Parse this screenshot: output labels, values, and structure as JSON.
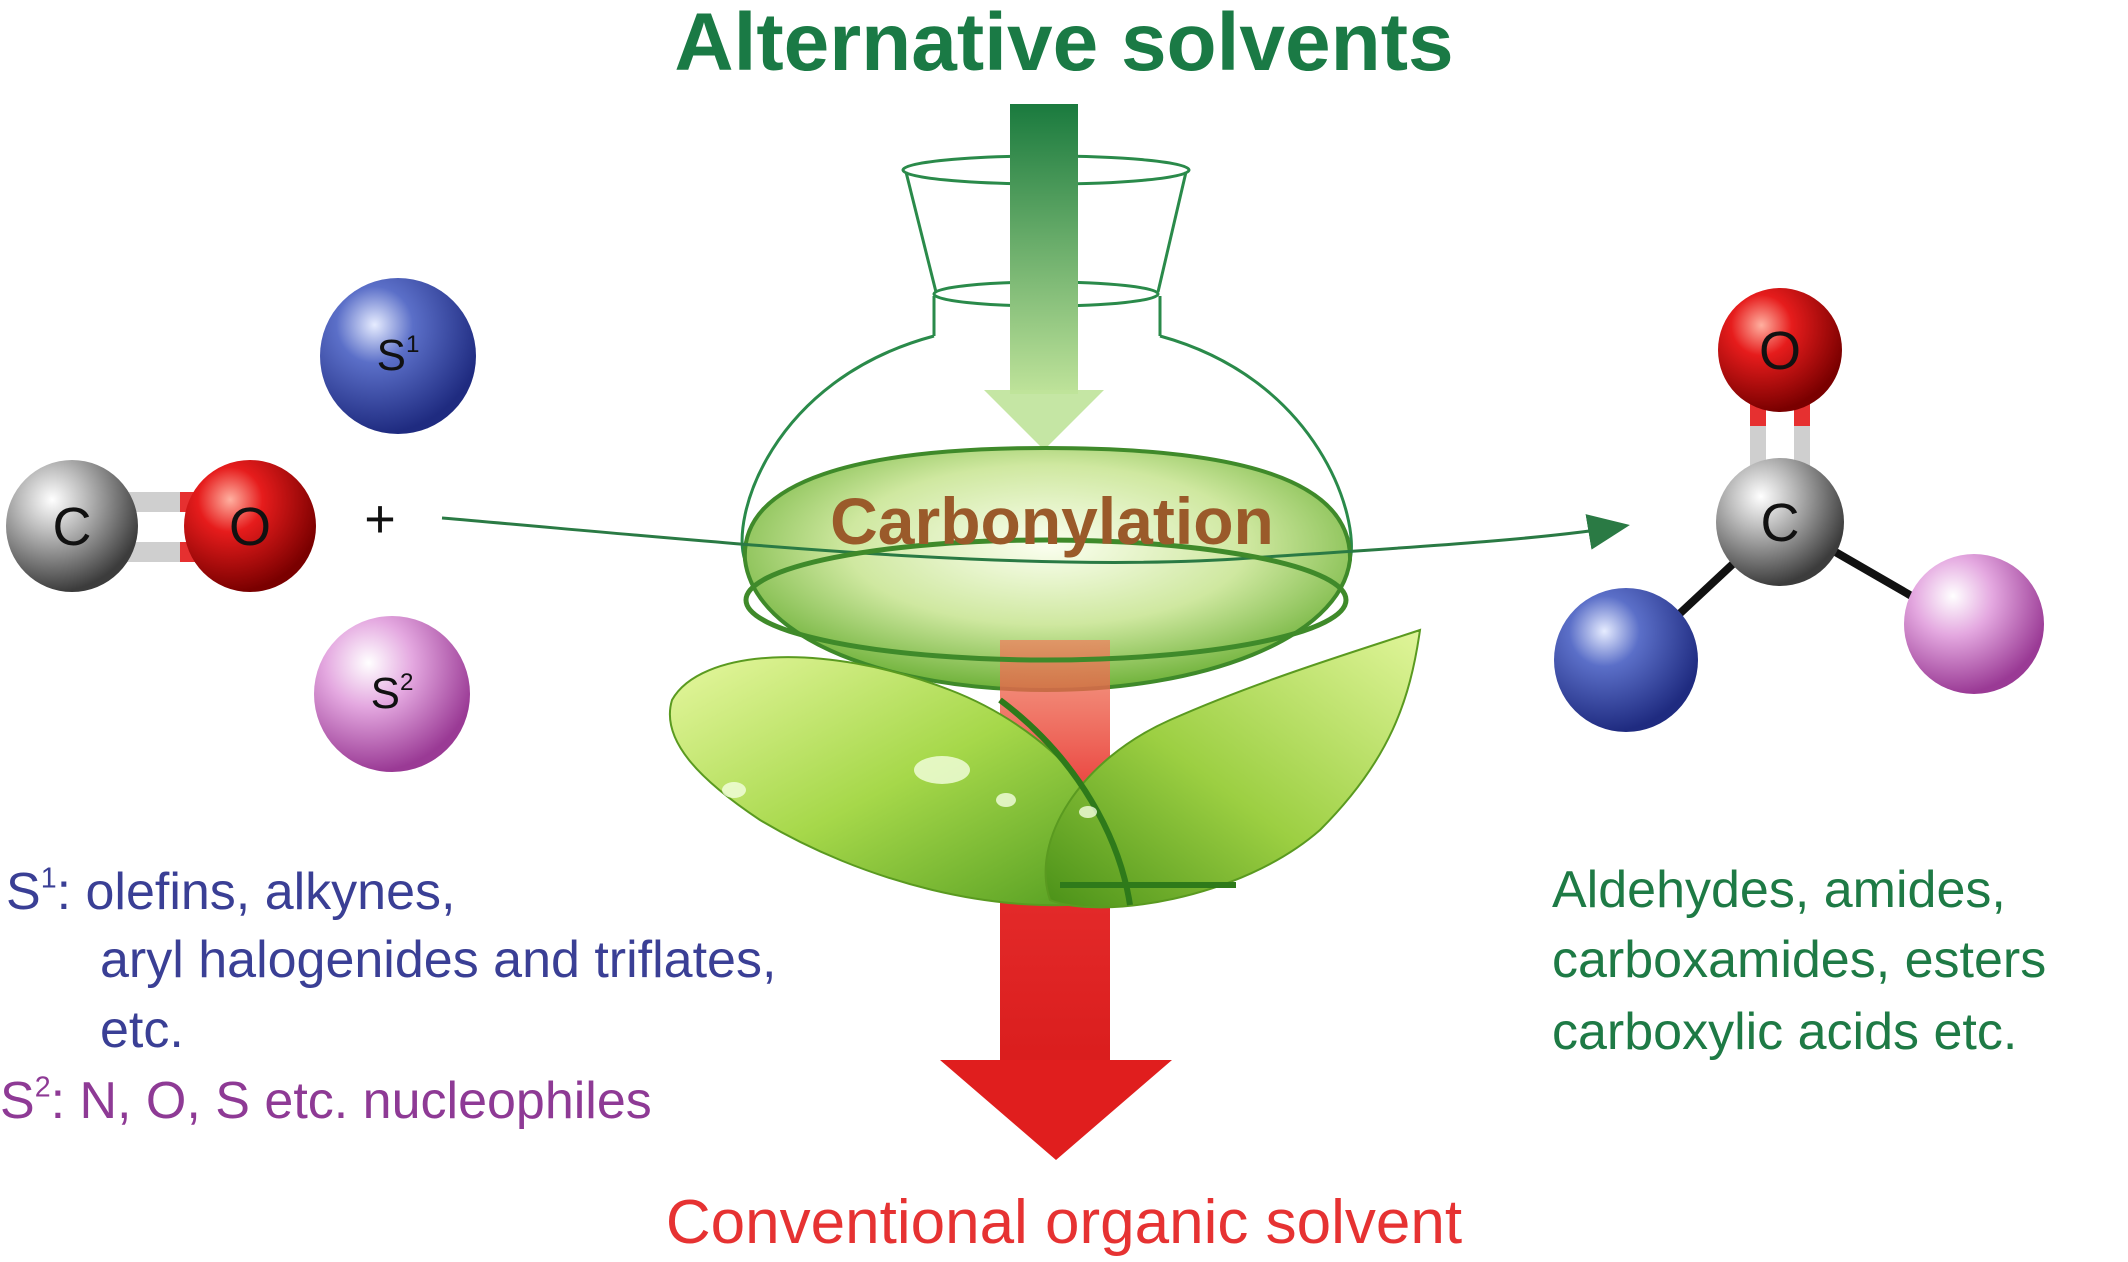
{
  "title": "Alternative solvents",
  "center_label": "Carbonylation",
  "bottom_label": "Conventional organic solvent",
  "reactant": {
    "atom_c": "C",
    "atom_o": "O",
    "plus": "+",
    "s1_label": "S",
    "s1_sup": "1",
    "s2_label": "S",
    "s2_sup": "2"
  },
  "substrates": {
    "s1_prefix": "S",
    "s1_sup": "1",
    "s1_line1": ": olefins, alkynes,",
    "s1_line2": "aryl halogenides and triflates,",
    "s1_line3": "etc.",
    "s2_prefix": "S",
    "s2_sup": "2",
    "s2_line1": ": N, O, S etc. nucleophiles"
  },
  "product": {
    "atom_o": "O",
    "atom_c": "C",
    "line1": "Aldehydes, amides,",
    "line2": "carboxamides, esters",
    "line3": "carboxylic acids etc."
  },
  "colors": {
    "green_dark": "#1a7a45",
    "red": "#e63232",
    "brown": "#9a5a2a",
    "blue_text": "#3a3f95",
    "purple_text": "#8e3a95"
  }
}
